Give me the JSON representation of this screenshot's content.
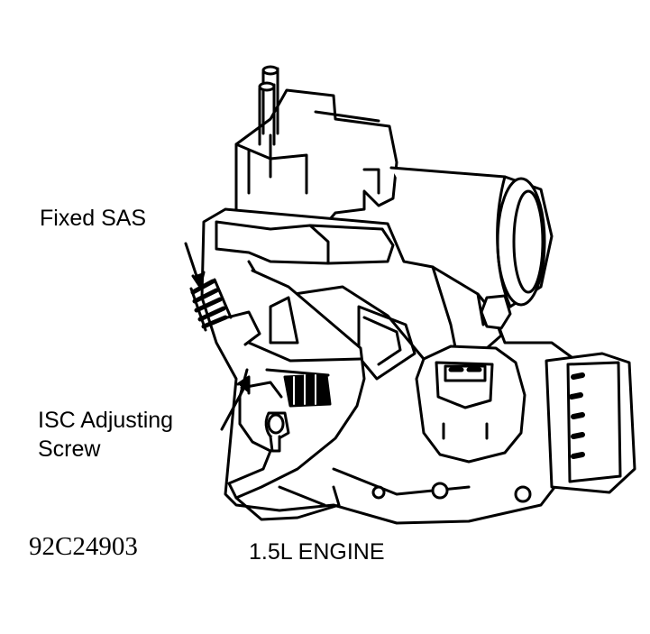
{
  "labels": {
    "fixed_sas": "Fixed SAS",
    "isc_line1": "ISC Adjusting",
    "isc_line2": "Screw",
    "figure_id": "92C24903",
    "engine": "1.5L ENGINE"
  },
  "colors": {
    "ink": "#000000",
    "paper": "#ffffff"
  }
}
